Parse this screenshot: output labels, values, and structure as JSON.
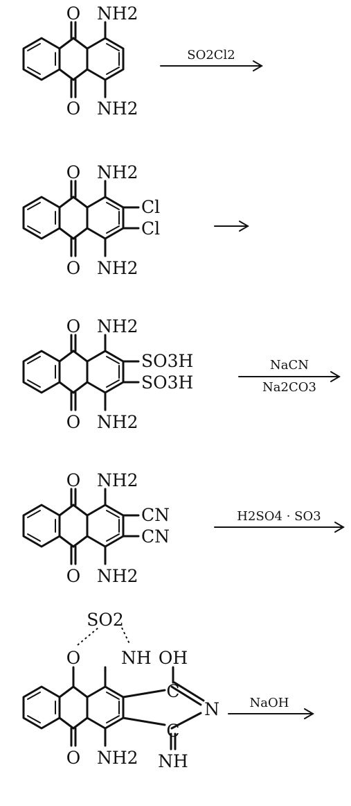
{
  "steps": [
    {
      "labels": {
        "o_top": "O",
        "o_bot": "O",
        "nh2_top": "NH2",
        "nh2_bot": "NH2"
      },
      "reagent": {
        "above": "SO2Cl2",
        "below": ""
      }
    },
    {
      "labels": {
        "o_top": "O",
        "o_bot": "O",
        "nh2_top": "NH2",
        "nh2_bot": "NH2",
        "sub_top": "Cl",
        "sub_bot": "Cl"
      },
      "reagent": {
        "above": "",
        "below": ""
      }
    },
    {
      "labels": {
        "o_top": "O",
        "o_bot": "O",
        "nh2_top": "NH2",
        "nh2_bot": "NH2",
        "sub_top": "SO3H",
        "sub_bot": "SO3H"
      },
      "reagent": {
        "above": "NaCN",
        "below": "Na2CO3"
      }
    },
    {
      "labels": {
        "o_top": "O",
        "o_bot": "O",
        "nh2_top": "NH2",
        "nh2_bot": "NH2",
        "sub_top": "CN",
        "sub_bot": "CN"
      },
      "reagent": {
        "above": "H2SO4 · SO3",
        "below": ""
      }
    },
    {
      "labels": {
        "o_top": "O",
        "o_bot": "O",
        "so2": "SO2",
        "nh": "NH",
        "oh": "OH",
        "c_top": "C",
        "n_ring": "N",
        "c_bot": "C",
        "nh_imine": "NH",
        "nh2_bot": "NH2"
      },
      "reagent": {
        "above": "NaOH",
        "below": ""
      }
    }
  ]
}
